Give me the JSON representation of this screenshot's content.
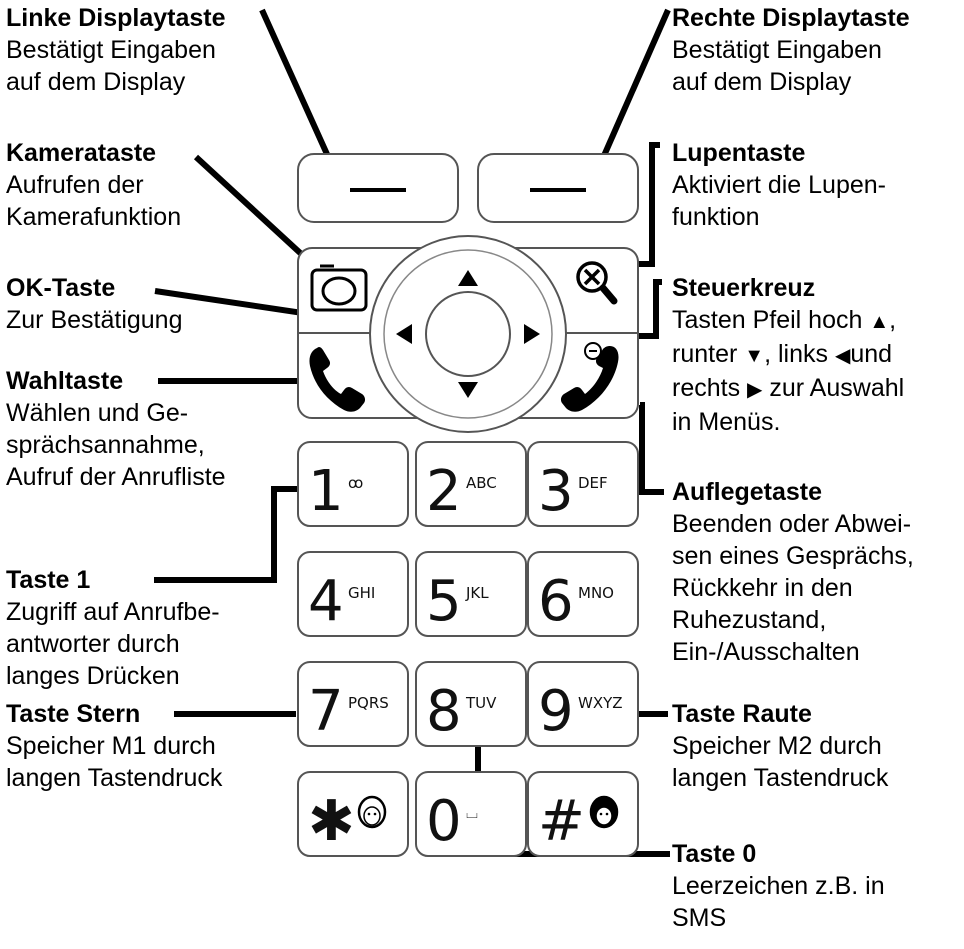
{
  "left_labels": [
    {
      "title": "Linke Displaytaste",
      "desc": [
        "Bestätigt Eingaben",
        "auf dem Display"
      ]
    },
    {
      "title": "Kamerataste",
      "desc": [
        "Aufrufen der",
        "Kamerafunktion"
      ]
    },
    {
      "title": "OK-Taste",
      "desc": [
        "Zur Bestätigung"
      ]
    },
    {
      "title": "Wahltaste",
      "desc": [
        "Wählen und Ge-",
        "sprächsannahme,",
        "Aufruf der Anrufliste"
      ]
    },
    {
      "title": "Taste 1",
      "desc": [
        "Zugriff auf Anrufbe-",
        "antworter durch",
        "langes Drücken"
      ]
    },
    {
      "title": "Taste Stern",
      "desc": [
        "Speicher M1 durch",
        "langen Tastendruck"
      ]
    }
  ],
  "right_labels": [
    {
      "title": "Rechte Displaytaste",
      "desc": [
        "Bestätigt Eingaben",
        "auf dem Display"
      ]
    },
    {
      "title": "Lupentaste",
      "desc": [
        "Aktiviert die Lupen-",
        "funktion"
      ]
    },
    {
      "title": "Steuerkreuz",
      "desc": [
        "Tasten Pfeil hoch",
        "runter",
        "links",
        "und",
        "rechts",
        "zur Auswahl",
        "in Menüs."
      ]
    },
    {
      "title": "Auflegetaste",
      "desc": [
        "Beenden oder Abwei-",
        "sen eines Gesprächs,",
        "Rückkehr in den",
        "Ruhezustand,",
        "Ein-/Ausschalten"
      ]
    },
    {
      "title": "Taste Raute",
      "desc": [
        "Speicher M2 durch",
        "langen Tastendruck"
      ]
    },
    {
      "title": "Taste 0",
      "desc": [
        "Leerzeichen z.B. in",
        "SMS"
      ]
    }
  ],
  "steuer_punct": [
    ",",
    ","
  ],
  "keys": [
    {
      "num": "1",
      "sub": "ꝏ"
    },
    {
      "num": "2",
      "sub": "ABC"
    },
    {
      "num": "3",
      "sub": "DEF"
    },
    {
      "num": "4",
      "sub": "GHI"
    },
    {
      "num": "5",
      "sub": "JKL"
    },
    {
      "num": "6",
      "sub": "MNO"
    },
    {
      "num": "7",
      "sub": "PQRS"
    },
    {
      "num": "8",
      "sub": "TUV"
    },
    {
      "num": "9",
      "sub": "WXYZ"
    },
    {
      "num": "✱",
      "sub": ""
    },
    {
      "num": "0",
      "sub": "⌴"
    },
    {
      "num": "#",
      "sub": ""
    }
  ],
  "icons": {
    "camera": "camera-icon",
    "magnifier": "magnifier-icon",
    "call": "call-icon",
    "hangup": "hangup-icon",
    "face_m1": "face-icon",
    "face_m2": "face-icon"
  }
}
